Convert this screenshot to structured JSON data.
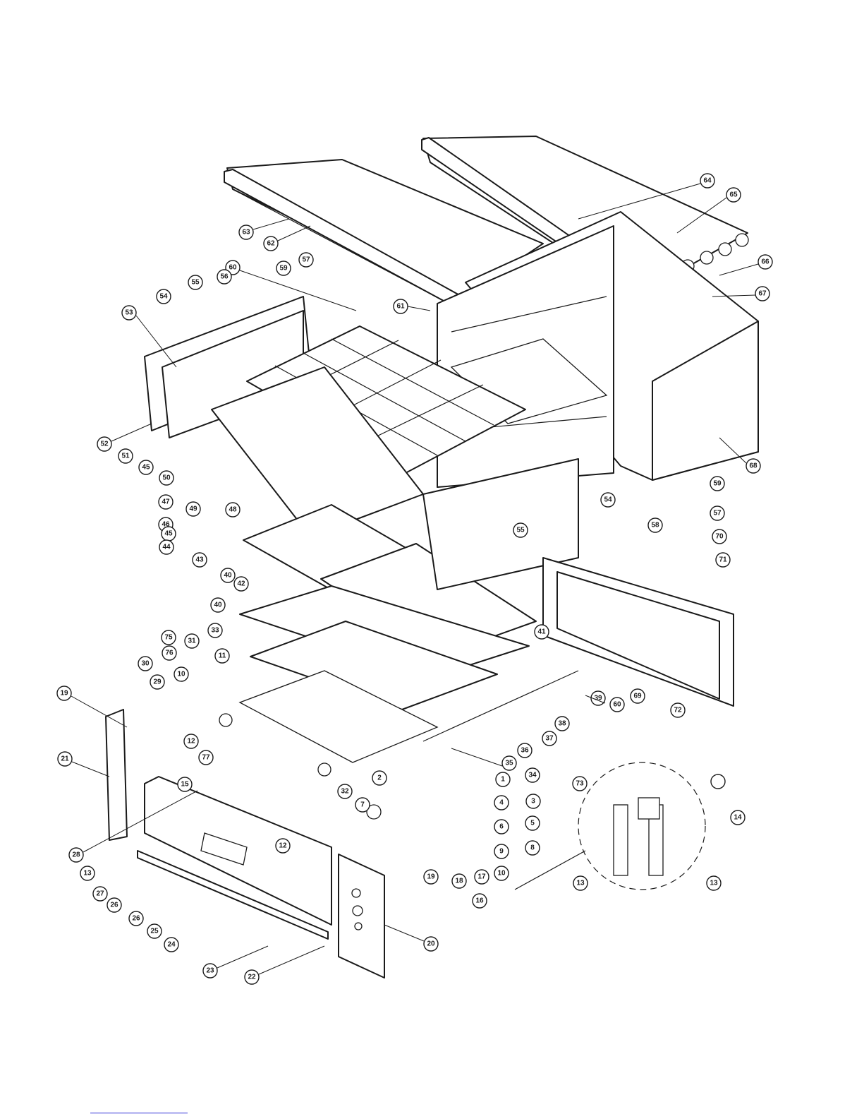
{
  "diagram": {
    "callouts": [
      {
        "label": "64"
      },
      {
        "label": "65"
      },
      {
        "label": "66"
      },
      {
        "label": "67"
      },
      {
        "label": "68"
      },
      {
        "label": "63"
      },
      {
        "label": "62"
      },
      {
        "label": "60"
      },
      {
        "label": "57"
      },
      {
        "label": "59"
      },
      {
        "label": "56"
      },
      {
        "label": "55"
      },
      {
        "label": "54"
      },
      {
        "label": "53"
      },
      {
        "label": "61"
      },
      {
        "label": "52"
      },
      {
        "label": "51"
      },
      {
        "label": "45"
      },
      {
        "label": "50"
      },
      {
        "label": "47"
      },
      {
        "label": "49"
      },
      {
        "label": "48"
      },
      {
        "label": "46"
      },
      {
        "label": "45"
      },
      {
        "label": "44"
      },
      {
        "label": "43"
      },
      {
        "label": "40"
      },
      {
        "label": "42"
      },
      {
        "label": "40"
      },
      {
        "label": "59"
      },
      {
        "label": "54"
      },
      {
        "label": "57"
      },
      {
        "label": "58"
      },
      {
        "label": "55"
      },
      {
        "label": "70"
      },
      {
        "label": "71"
      },
      {
        "label": "41"
      },
      {
        "label": "69"
      },
      {
        "label": "72"
      },
      {
        "label": "60"
      },
      {
        "label": "39"
      },
      {
        "label": "38"
      },
      {
        "label": "37"
      },
      {
        "label": "36"
      },
      {
        "label": "35"
      },
      {
        "label": "34"
      },
      {
        "label": "1"
      },
      {
        "label": "3"
      },
      {
        "label": "4"
      },
      {
        "label": "5"
      },
      {
        "label": "6"
      },
      {
        "label": "8"
      },
      {
        "label": "9"
      },
      {
        "label": "10"
      },
      {
        "label": "33"
      },
      {
        "label": "75"
      },
      {
        "label": "76"
      },
      {
        "label": "31"
      },
      {
        "label": "11"
      },
      {
        "label": "30"
      },
      {
        "label": "10"
      },
      {
        "label": "29"
      },
      {
        "label": "19"
      },
      {
        "label": "12"
      },
      {
        "label": "77"
      },
      {
        "label": "21"
      },
      {
        "label": "15"
      },
      {
        "label": "2"
      },
      {
        "label": "32"
      },
      {
        "label": "7"
      },
      {
        "label": "12"
      },
      {
        "label": "28"
      },
      {
        "label": "13"
      },
      {
        "label": "27"
      },
      {
        "label": "26"
      },
      {
        "label": "25"
      },
      {
        "label": "24"
      },
      {
        "label": "26"
      },
      {
        "label": "23"
      },
      {
        "label": "22"
      },
      {
        "label": "20"
      },
      {
        "label": "19"
      },
      {
        "label": "18"
      },
      {
        "label": "17"
      },
      {
        "label": "16"
      },
      {
        "label": "73"
      },
      {
        "label": "14"
      },
      {
        "label": "13"
      },
      {
        "label": "13"
      },
      {
        "label": ""
      }
    ]
  }
}
